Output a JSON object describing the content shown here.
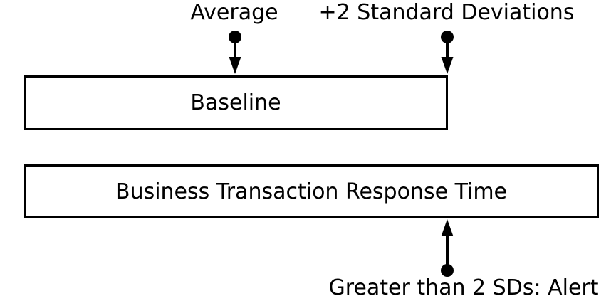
{
  "diagram": {
    "callouts": {
      "average": {
        "label": "Average"
      },
      "plus_two_sd": {
        "label": "+2 Standard Deviations"
      },
      "alert": {
        "label": "Greater than 2 SDs: Alert"
      }
    },
    "boxes": {
      "baseline": {
        "label": "Baseline"
      },
      "transaction": {
        "label": "Business Transaction Response Time"
      }
    },
    "icons": {
      "average_pointer": "arrow-down-icon",
      "plus_two_sd_pointer": "arrow-down-icon",
      "alert_pointer": "arrow-up-icon"
    },
    "colors": {
      "line": "#000000",
      "text": "#000000",
      "background": "#ffffff"
    }
  }
}
